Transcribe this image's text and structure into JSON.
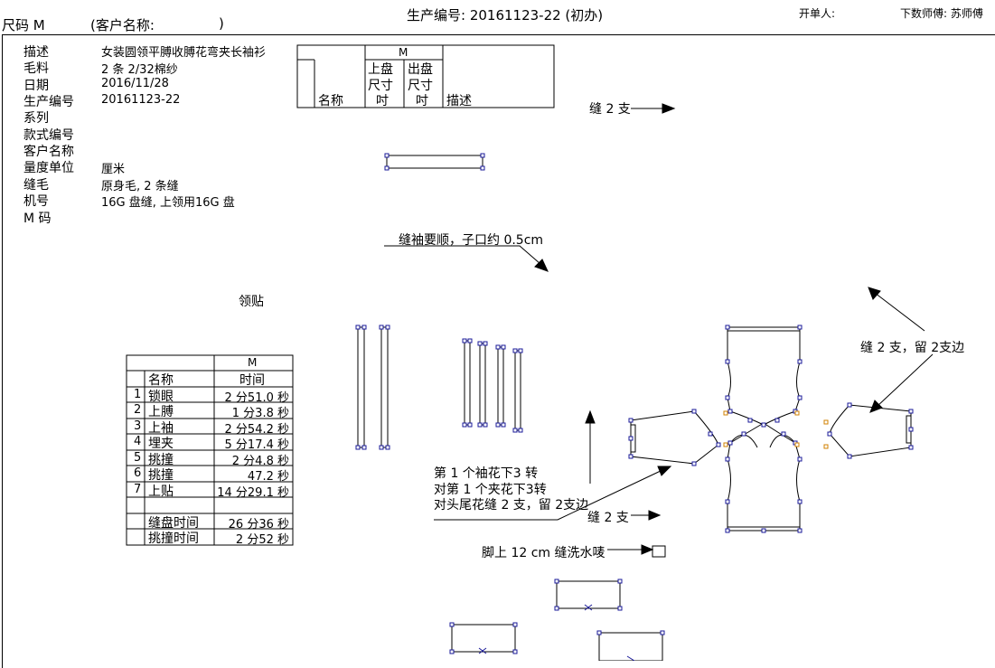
{
  "header": {
    "size_label": "尺码 M",
    "customer_label": "(客户名称:",
    "customer_close": ")",
    "production_no": "生产编号: 20161123-22 (初办)",
    "issuer_label": "开单人:",
    "master_label": "下数师傅: 苏师傅"
  },
  "info": [
    {
      "label": "描述",
      "value": "女装圆领平膊收膊花弯夹长袖衫"
    },
    {
      "label": "毛料",
      "value": "2 条 2/32棉纱"
    },
    {
      "label": "日期",
      "value": "2016/11/28"
    },
    {
      "label": "生产编号",
      "value": "20161123-22"
    },
    {
      "label": "系列",
      "value": ""
    },
    {
      "label": "款式编号",
      "value": ""
    },
    {
      "label": "客户名称",
      "value": ""
    },
    {
      "label": "量度单位",
      "value": "厘米"
    },
    {
      "label": "缝毛",
      "value": "原身毛, 2 条缝"
    },
    {
      "label": "机号",
      "value": "16G 盘缝, 上领用16G 盘"
    },
    {
      "label": "M 码",
      "value": ""
    }
  ],
  "size_table": {
    "size": "M",
    "col_name": "名称",
    "col_in_1": "上盘",
    "col_in_2": "尺寸",
    "col_in_3": "吋",
    "col_out_1": "出盘",
    "col_out_2": "尺寸",
    "col_out_3": "吋",
    "col_desc": "描述"
  },
  "time_table": {
    "size": "M",
    "col_name": "名称",
    "col_time": "时间",
    "rows": [
      {
        "no": "1",
        "name": "锁眼",
        "time": "2 分51.0 秒"
      },
      {
        "no": "2",
        "name": "上膊",
        "time": "1 分3.8 秒"
      },
      {
        "no": "3",
        "name": "上袖",
        "time": "2 分54.2 秒"
      },
      {
        "no": "4",
        "name": "埋夹",
        "time": "5 分17.4 秒"
      },
      {
        "no": "5",
        "name": "挑撞",
        "time": "2 分4.8 秒"
      },
      {
        "no": "6",
        "name": "挑撞",
        "time": "47.2 秒"
      },
      {
        "no": "7",
        "name": "上贴",
        "time": "14 分29.1 秒"
      }
    ],
    "totals": [
      {
        "name": "缝盘时间",
        "time": "26 分36 秒"
      },
      {
        "name": "挑撞时间",
        "time": "2 分52 秒"
      }
    ]
  },
  "notes": {
    "sew_top": "缝 2 支",
    "sleeve_smooth": "缝袖要顺，子口约 0.5cm",
    "collar_patch": "领贴",
    "sew_side": "缝 2 支，留 2支边",
    "sleeve_1": "第 1 个袖花下3 转",
    "sleeve_2": "对第 1 个夹花下3转",
    "sleeve_3": "对头尾花缝 2 支，留 2支边",
    "sew_mid": "缝 2 支",
    "hem": "脚上 12 cm 缝洗水唛"
  },
  "colors": {
    "outline": "#1a1a99",
    "point": "#1a1a99",
    "orange": "#d08000"
  }
}
